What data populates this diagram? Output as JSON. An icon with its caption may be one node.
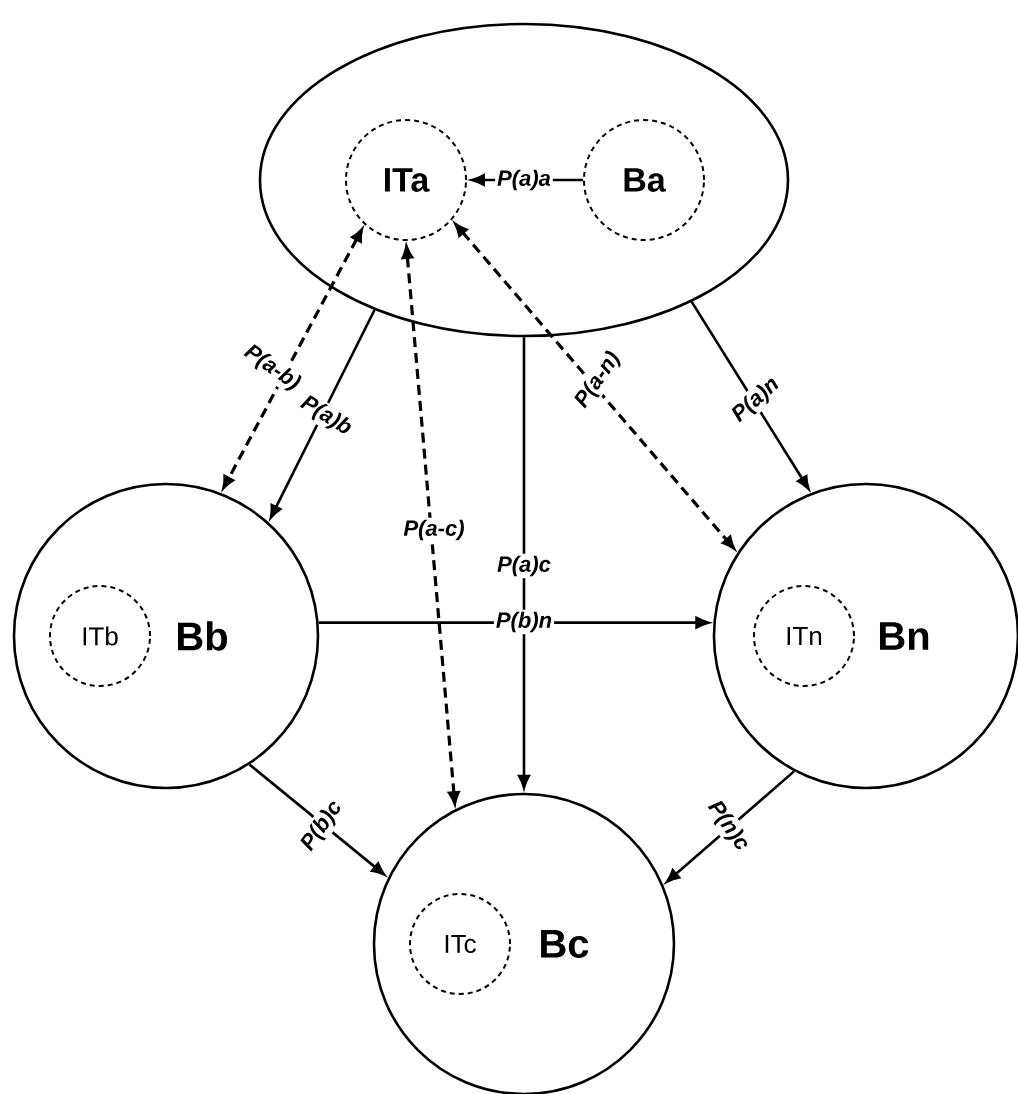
{
  "diagram": {
    "nodes": [
      {
        "text": [],
        "shape": "ellipse"
      },
      {
        "text": [
          "ITa"
        ],
        "in": 0
      },
      {
        "text": [
          "Ba"
        ],
        "in": 0
      },
      {
        "text": [
          "Bb"
        ]
      },
      {
        "text": [
          "ITb"
        ],
        "in": 3
      },
      {
        "text": [
          "Bn"
        ]
      },
      {
        "text": [
          "ITn"
        ],
        "in": 5
      },
      {
        "text": [
          "Bc"
        ]
      },
      {
        "text": [
          "ITc"
        ],
        "in": 7
      }
    ],
    "edges": [
      {
        "from": 2,
        "to": 1,
        "arrow": "to",
        "label": "P(a)a"
      },
      {
        "from": 1,
        "to": 3,
        "arrow": "both",
        "style": "dashed",
        "label": "P(a-b)"
      },
      {
        "from": 0,
        "to": 3,
        "arrow": "to",
        "label": "P(a)b"
      },
      {
        "from": 1,
        "to": 7,
        "arrow": "both",
        "style": "dashed",
        "label": "P(a-c)"
      },
      {
        "from": 0,
        "to": 7,
        "arrow": "to",
        "label": "P(a)c"
      },
      {
        "from": 1,
        "to": 5,
        "arrow": "both",
        "style": "dashed",
        "label": "P(a-n)"
      },
      {
        "from": 0,
        "to": 5,
        "arrow": "to",
        "label": "P(a)n"
      },
      {
        "from": 3,
        "to": 5,
        "arrow": "to",
        "label": "P(b)n"
      },
      {
        "from": 3,
        "to": 7,
        "arrow": "to",
        "label": "P(b)c"
      },
      {
        "from": 5,
        "to": 7,
        "arrow": "to",
        "label": "P(n)c"
      }
    ]
  }
}
